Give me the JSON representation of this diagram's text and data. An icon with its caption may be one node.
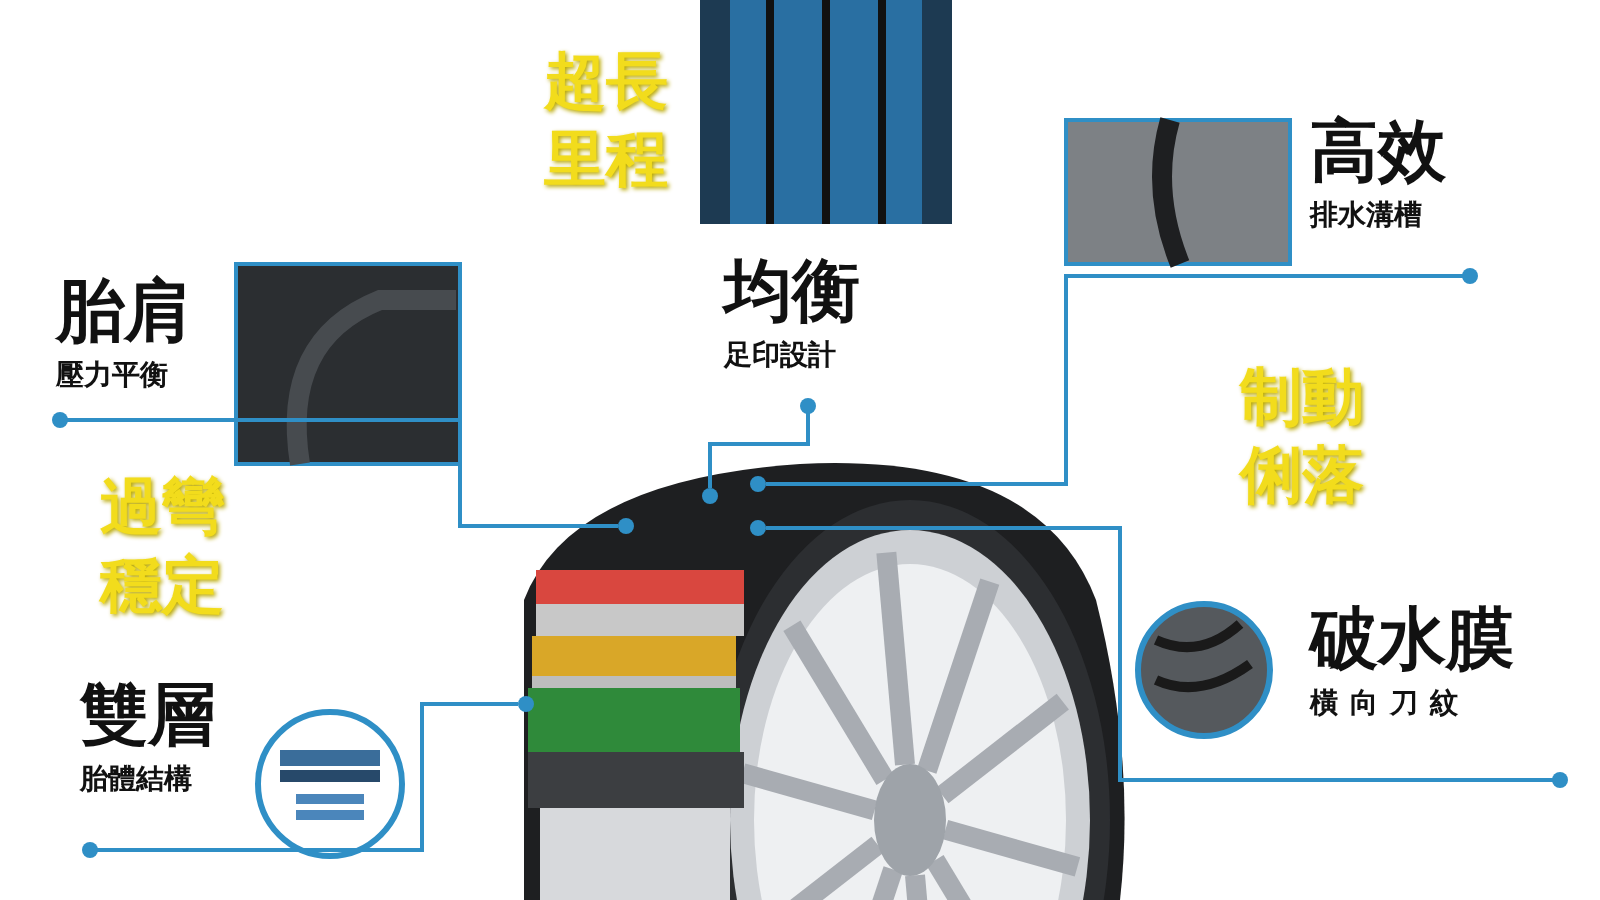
{
  "diagram": {
    "nodes": [
      {
        "text": [
          "胎肩",
          "壓力平衡"
        ]
      },
      {
        "text": [
          "均衡",
          "足印設計"
        ]
      },
      {
        "text": [
          "高效",
          "排水溝槽"
        ]
      },
      {
        "text": [
          "破水膜",
          "橫向刀紋"
        ]
      },
      {
        "text": [
          "雙層",
          "胎體結構"
        ]
      },
      {
        "text": [],
        "shape": "circle"
      },
      {
        "text": [],
        "shape": "circle"
      },
      {
        "text": [],
        "shape": "circle"
      },
      {
        "text": [],
        "shape": "circle"
      },
      {
        "text": [],
        "shape": "circle"
      }
    ],
    "edges": [
      {
        "from": 0,
        "to": 6,
        "arrow": "other"
      },
      {
        "from": 1,
        "to": 5,
        "arrow": "other"
      },
      {
        "from": 2,
        "to": 7,
        "arrow": "other"
      },
      {
        "from": 3,
        "to": 8,
        "arrow": "other"
      },
      {
        "from": 4,
        "to": 9,
        "arrow": "other"
      }
    ],
    "labels": [
      "超長里程",
      "制動俐落",
      "過彎穩定"
    ]
  }
}
